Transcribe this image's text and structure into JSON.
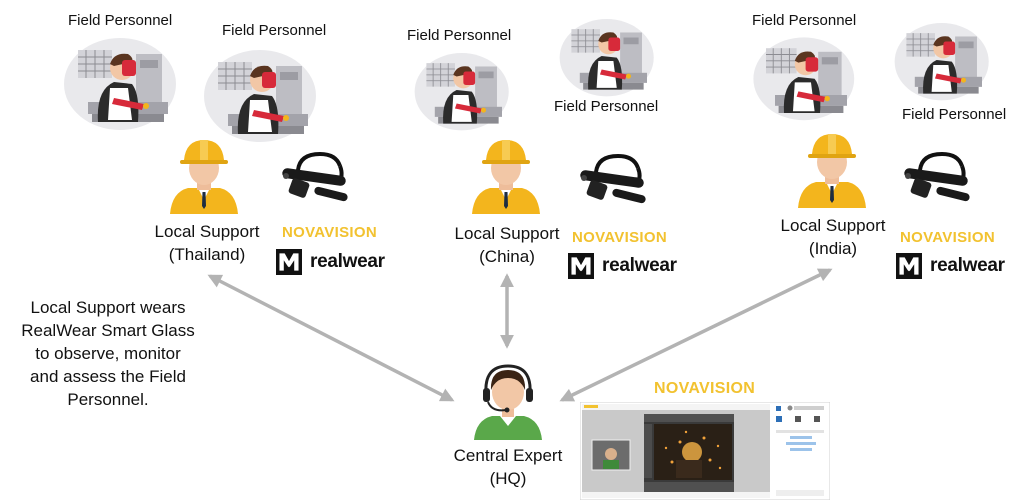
{
  "field_label": "Field Personnel",
  "groups": [
    {
      "region": "Thailand",
      "support_line1": "Local Support",
      "support_line2": "(Thailand)",
      "brand": "NOVAVISION",
      "partner": "realwear"
    },
    {
      "region": "China",
      "support_line1": "Local Support",
      "support_line2": "(China)",
      "brand": "NOVAVISION",
      "partner": "realwear"
    },
    {
      "region": "India",
      "support_line1": "Local Support",
      "support_line2": "(India)",
      "brand": "NOVAVISION",
      "partner": "realwear"
    }
  ],
  "central": {
    "line1": "Central Expert",
    "line2": "(HQ)",
    "brand": "NOVAVISION"
  },
  "note": {
    "line1": "Local Support wears",
    "line2": "RealWear Smart Glass",
    "line3": "to observe, monitor",
    "line4": "and assess the Field",
    "line5": "Personnel."
  },
  "colors": {
    "arrow": "#b3b3b3",
    "helmet": "#f3b51d",
    "worker_apron": "#d72a3a",
    "nova_text": "#f2c230",
    "expert_shirt": "#5aa84a"
  },
  "icons": {
    "field_worker": "welder-illustration",
    "local_support": "hardhat-worker-avatar",
    "smart_glass": "realwear-headset",
    "partner_logo": "realwear-logo",
    "central_expert": "headset-support-avatar",
    "screen": "video-call-screenshot"
  }
}
